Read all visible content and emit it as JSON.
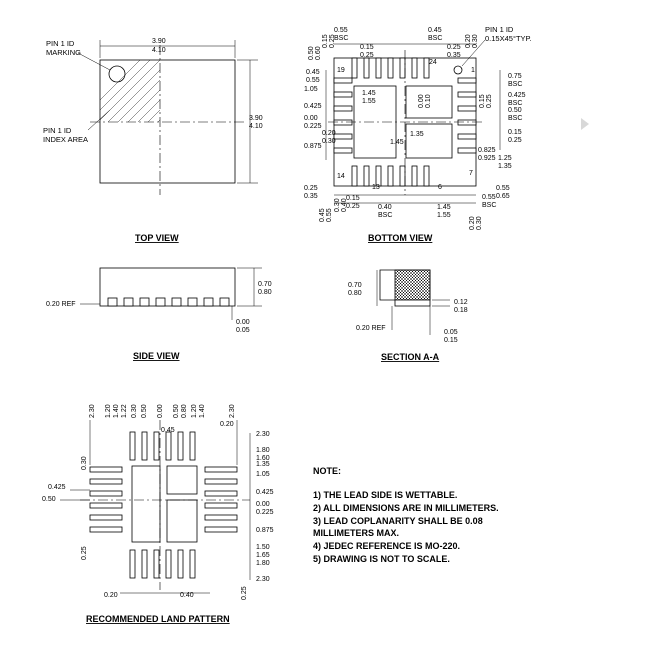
{
  "top_view": {
    "title": "TOP VIEW",
    "pin1_marking": [
      "PIN 1 ID",
      "MARKING"
    ],
    "pin1_area": [
      "PIN 1 ID",
      "INDEX AREA"
    ],
    "width_dims": [
      "3.90",
      "4.10"
    ],
    "height_dims": [
      "3.90",
      "4.10"
    ]
  },
  "bottom_view": {
    "title": "BOTTOM VIEW",
    "pin1_note": [
      "PIN 1 ID",
      "0.15X45°TYP."
    ],
    "pins": {
      "p1": "1",
      "p7": "7",
      "p13": "13",
      "p14": "14",
      "p19": "19",
      "p24": "24",
      "p6": "6"
    },
    "dims": {
      "a": [
        "0.55",
        "BSC"
      ],
      "b": [
        "0.45",
        "BSC"
      ],
      "c": [
        "0.15",
        "0.25"
      ],
      "d": [
        "0.25",
        "0.35"
      ],
      "e": [
        "0.75",
        "BSC"
      ],
      "f": [
        "0.425",
        "BSC"
      ],
      "g": [
        "0.50",
        "BSC"
      ],
      "h": [
        "0.15",
        "0.25"
      ],
      "i": [
        "0.45",
        "0.55"
      ],
      "j": [
        "1.05"
      ],
      "k": [
        "0.425"
      ],
      "l": [
        "0.00",
        "0.225"
      ],
      "m": [
        "0.20",
        "0.30"
      ],
      "n": [
        "0.875"
      ],
      "o": [
        "1.45",
        "1.55"
      ],
      "p": [
        "1.35",
        "1.45"
      ],
      "q": [
        "0.825",
        "0.925"
      ],
      "r": [
        "1.25",
        "1.35"
      ],
      "s": [
        "0.25",
        "0.35"
      ],
      "t": [
        "0.15",
        "0.25"
      ],
      "u": [
        "0.40",
        "BSC"
      ],
      "v": [
        "1.45",
        "1.55"
      ],
      "w": [
        "0.55",
        "0.65"
      ],
      "x": [
        "0.55",
        "BSC"
      ],
      "y": [
        "0.45",
        "0.55"
      ],
      "z": [
        "0.20",
        "0.30"
      ],
      "aa": [
        "0.15",
        "0.25"
      ],
      "ab": [
        "0.20",
        "0.30"
      ],
      "ac": [
        "0.00",
        "0.10"
      ],
      "ad": [
        "0.15",
        "0.25"
      ],
      "ae": [
        "0.30",
        "0.40"
      ],
      "af": [
        "0.50",
        "0.60"
      ]
    }
  },
  "side_view": {
    "title": "SIDE VIEW",
    "ref": "0.20 REF",
    "height_dims": [
      "0.70",
      "0.80"
    ],
    "standoff_dims": [
      "0.00",
      "0.05"
    ]
  },
  "section_aa": {
    "title": "SECTION A-A",
    "height_dims": [
      "0.70",
      "0.80"
    ],
    "lead_dims": [
      "0.12",
      "0.18"
    ],
    "ref": "0.20 REF",
    "standoff_dims": [
      "0.05",
      "0.15"
    ]
  },
  "land_pattern": {
    "title": "RECOMMENDED LAND PATTERN",
    "top_dims": [
      "2.30",
      "1.20",
      "1.40",
      "1.22",
      "0.30",
      "0.50",
      "0.00",
      "0.50",
      "0.80",
      "1.20",
      "1.40",
      "2.30"
    ],
    "mid_dims": [
      "0.45",
      "0.20"
    ],
    "right_dims": [
      "2.30",
      "1.80",
      "1.60",
      "1.35",
      "1.05",
      "0.425",
      "0.00",
      "0.225",
      "0.875",
      "1.50",
      "1.65",
      "1.80",
      "2.30"
    ],
    "left_dims": [
      "0.30",
      "0.425",
      "0.50",
      "0.25"
    ],
    "bottom_dims": [
      "0.20",
      "0.40",
      "0.25"
    ]
  },
  "notes": {
    "heading": "NOTE:",
    "items": [
      "1) THE LEAD SIDE IS WETTABLE.",
      "2) ALL DIMENSIONS ARE IN MILLIMETERS.",
      "3) LEAD COPLANARITY SHALL BE 0.08",
      "MILLIMETERS MAX.",
      "4) JEDEC REFERENCE IS MO-220.",
      "5) DRAWING IS NOT TO SCALE."
    ]
  },
  "scroll_indicator": "play-triangle-icon"
}
